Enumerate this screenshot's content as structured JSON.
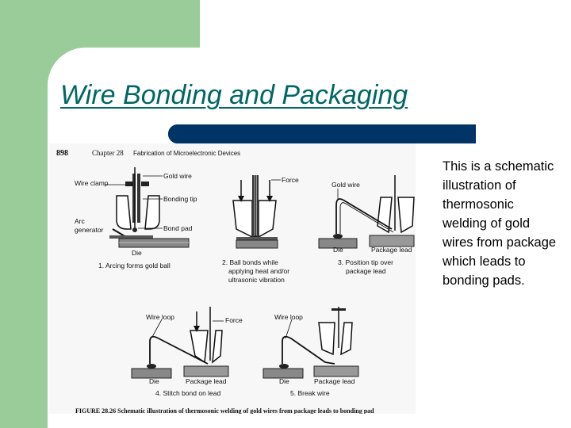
{
  "slide": {
    "title": "Wire Bonding and Packaging",
    "caption": "This is a schematic illustration of thermosonic welding of gold wires from package which leads to bonding pads.",
    "colors": {
      "title": "#006666",
      "accent_bar": "#003366",
      "background_block": "#99cc99"
    }
  },
  "figure": {
    "page_number": "898",
    "chapter": "Chapter 28",
    "chapter_title": "Fabrication of Microelectronic Devices",
    "labels": {
      "gold_wire": "Gold wire",
      "wire_clamp": "Wire clamp",
      "bonding_tip": "Bonding tip",
      "arc": "Arc",
      "generator": "generator",
      "bond_pad": "Bond pad",
      "die": "Die",
      "force": "Force",
      "package_lead": "Package lead",
      "wire_loop": "Wire loop"
    },
    "steps": {
      "s1": "1. Arcing forms gold ball",
      "s2_line1": "2. Ball bonds while",
      "s2_line2": "applying heat and/or",
      "s2_line3": "ultrasonic vibration",
      "s3_line1": "3. Position tip over",
      "s3_line2": "package lead",
      "s4": "4. Stitch bond on lead",
      "s5": "5. Break wire"
    },
    "figure_caption": "FIGURE 28.26  Schematic illustration of thermosonic welding of gold wires from package leads to bonding pad"
  }
}
